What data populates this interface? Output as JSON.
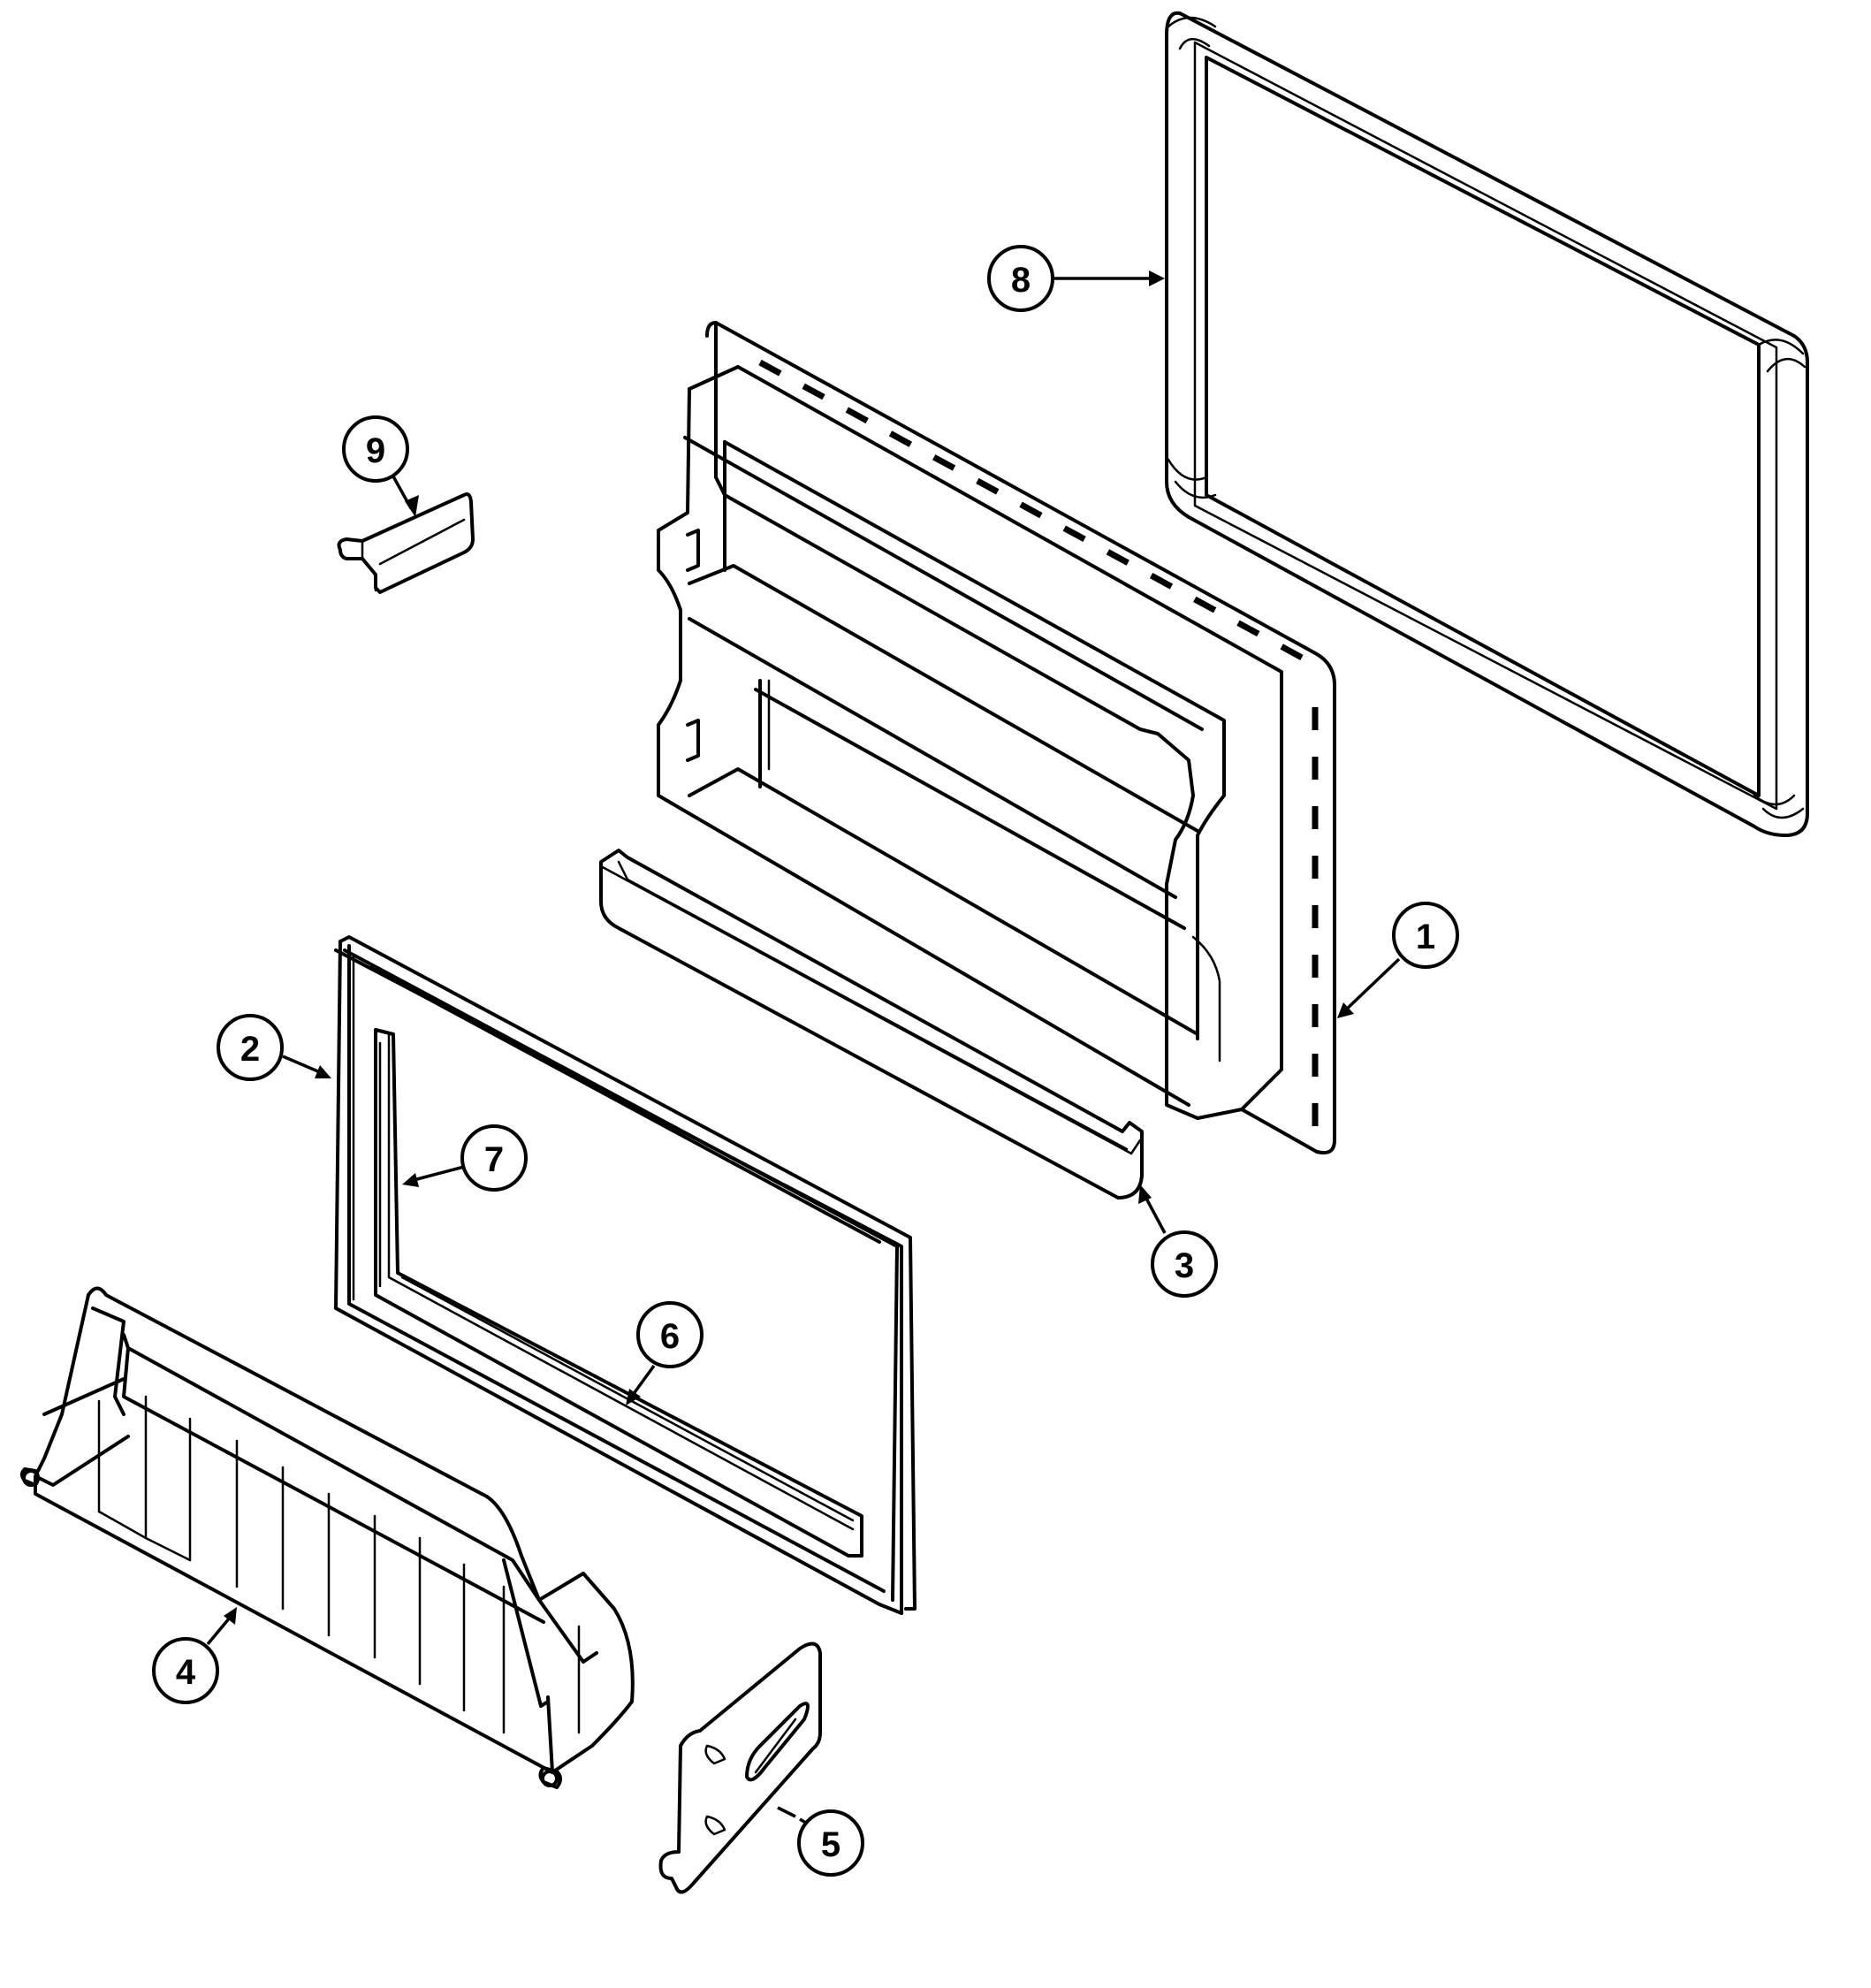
{
  "diagram": {
    "callouts": [
      {
        "id": "part-8",
        "label": "8"
      },
      {
        "id": "part-9",
        "label": "9"
      },
      {
        "id": "part-1",
        "label": "1"
      },
      {
        "id": "part-2",
        "label": "2"
      },
      {
        "id": "part-7",
        "label": "7"
      },
      {
        "id": "part-3",
        "label": "3"
      },
      {
        "id": "part-6",
        "label": "6"
      },
      {
        "id": "part-4",
        "label": "4"
      },
      {
        "id": "part-5",
        "label": "5"
      }
    ]
  }
}
